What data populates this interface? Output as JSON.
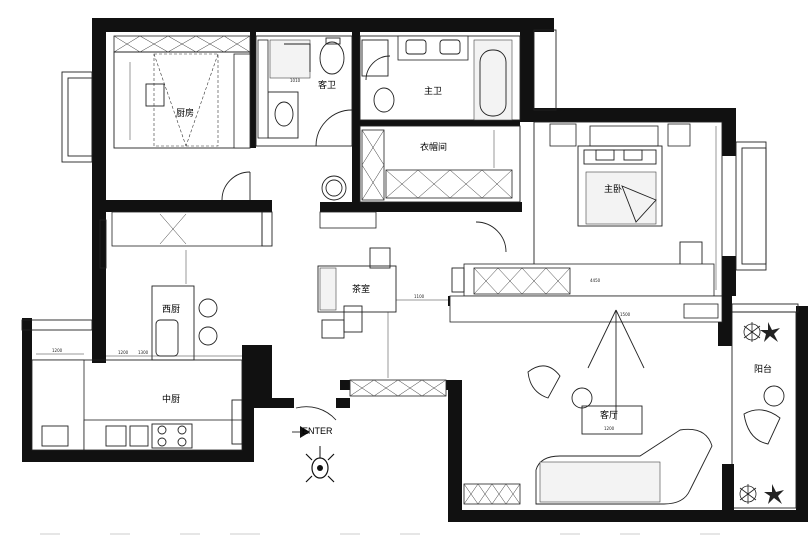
{
  "plan": {
    "rooms": {
      "kitchen": "厨房",
      "guest_bath": "客卫",
      "master_bath": "主卫",
      "walk_in_closet": "衣帽间",
      "master_bedroom": "主卧",
      "western_kitchen": "西厨",
      "tea_room": "茶室",
      "chinese_kitchen": "中厨",
      "living_room": "客厅",
      "balcony": "阳台"
    },
    "entrance_label": "ENTER",
    "dimensions": {
      "tea_room_width": "1100",
      "wardrobe_length": "4450",
      "western_kitchen_depth": "1300",
      "chinese_kitchen_depth": "1200",
      "living_width": "1500",
      "kitchen_left": "1200",
      "guest_bath_vanity": "1010",
      "sofa_table": "1200"
    }
  }
}
